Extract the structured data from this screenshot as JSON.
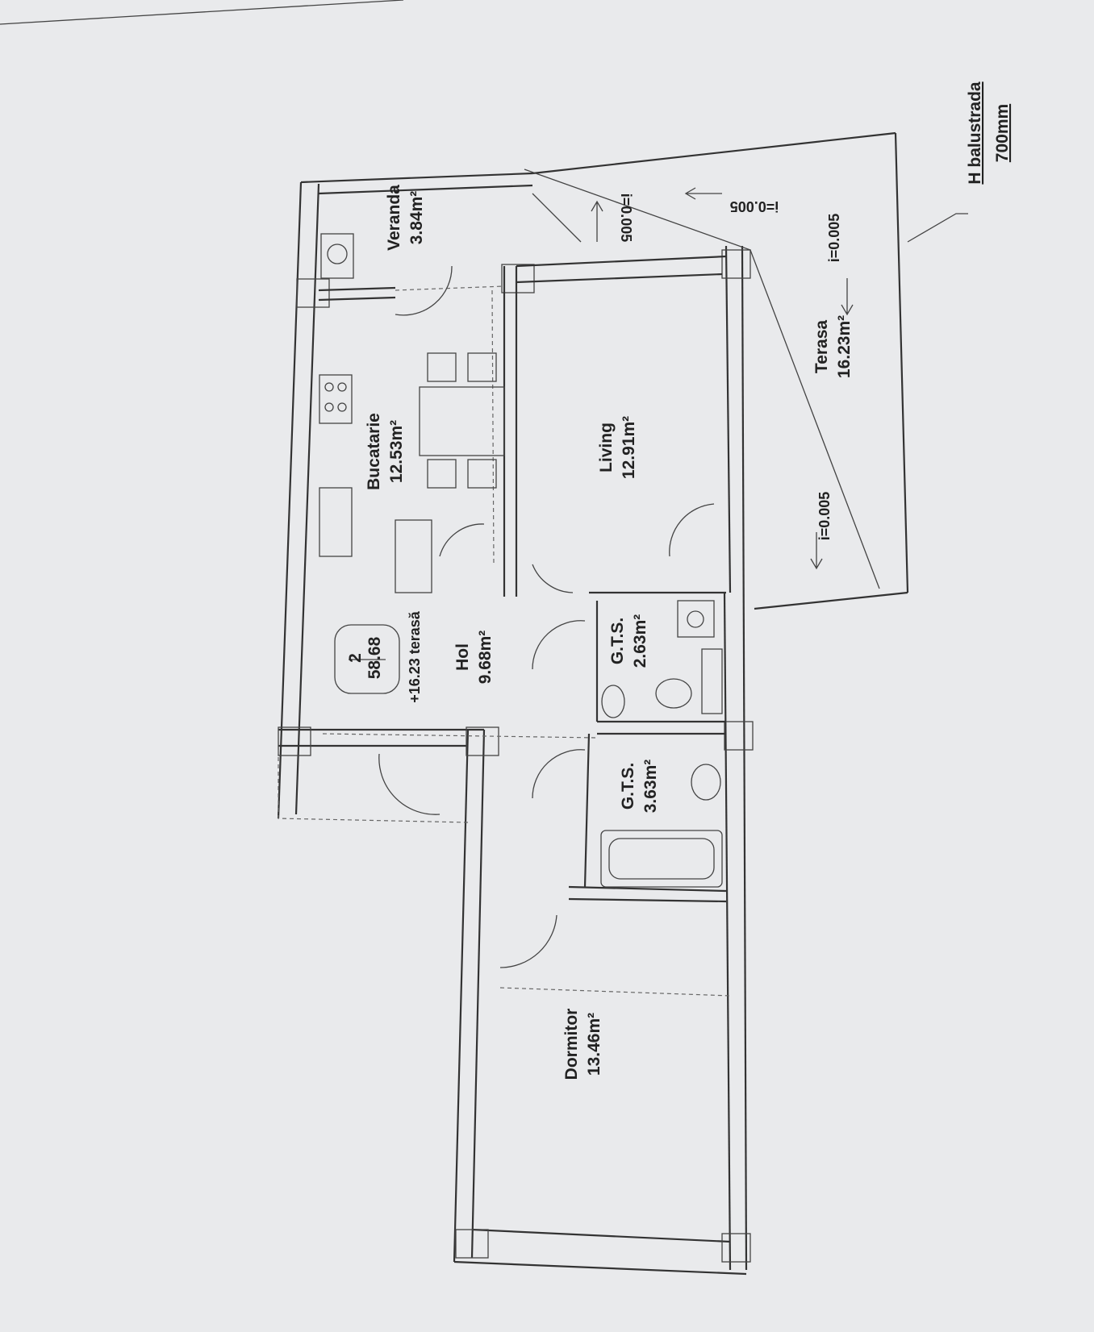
{
  "rooms": [
    {
      "id": "veranda",
      "name": "Veranda",
      "area": "3.84m²"
    },
    {
      "id": "bucatarie",
      "name": "Bucatarie",
      "area": "12.53m²"
    },
    {
      "id": "living",
      "name": "Living",
      "area": "12.91m²"
    },
    {
      "id": "terasa",
      "name": "Terasa",
      "area": "16.23m²"
    },
    {
      "id": "hol",
      "name": "Hol",
      "area": "9.68m²"
    },
    {
      "id": "gts1",
      "name": "G.T.S.",
      "area": "2.63m²"
    },
    {
      "id": "gts2",
      "name": "G.T.S.",
      "area": "3.63m²"
    },
    {
      "id": "dormitor",
      "name": "Dormitor",
      "area": "13.46m²"
    }
  ],
  "apartment": {
    "number": "2",
    "area": "58.68",
    "terrace_note": "+16.23 terasă"
  },
  "slopes": {
    "s1": "i=0.005",
    "s2": "i=0.005",
    "s3": "i=0.005",
    "s4": "i=0.005"
  },
  "balustrade": {
    "title": "H balustrada",
    "height": "700mm"
  }
}
